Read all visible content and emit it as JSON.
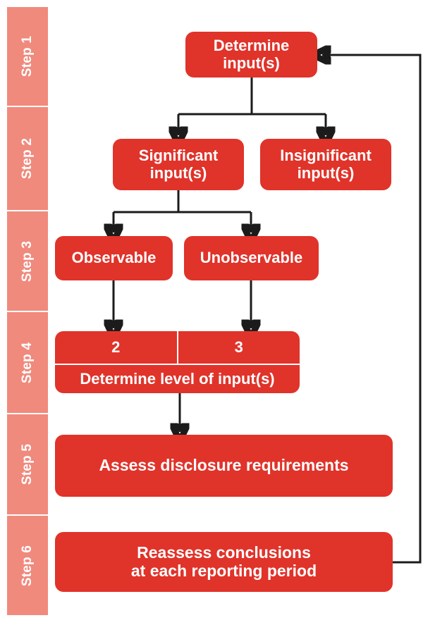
{
  "diagram": {
    "title_colors": {
      "rail": "#F08A7D",
      "node": "#E0332A",
      "node_text": "#FFFFFF",
      "connector": "#1B1B1B",
      "background": "#FFFFFF"
    },
    "steps": [
      {
        "label": "Step 1"
      },
      {
        "label": "Step 2"
      },
      {
        "label": "Step 3"
      },
      {
        "label": "Step 4"
      },
      {
        "label": "Step 5"
      },
      {
        "label": "Step 6"
      }
    ],
    "nodes": {
      "determine_inputs": {
        "line1": "Determine",
        "line2": "input(s)"
      },
      "significant_inputs": {
        "line1": "Significant",
        "line2": "input(s)"
      },
      "insignificant_inputs": {
        "line1": "Insignificant",
        "line2": "input(s)"
      },
      "observable": {
        "label": "Observable"
      },
      "unobservable": {
        "label": "Unobservable"
      },
      "level_table": {
        "cell_left": "2",
        "cell_right": "3",
        "caption": "Determine level of input(s)"
      },
      "assess_disclosure": {
        "label": "Assess disclosure requirements"
      },
      "reassess": {
        "line1": "Reassess conclusions",
        "line2": "at each reporting period"
      }
    }
  }
}
